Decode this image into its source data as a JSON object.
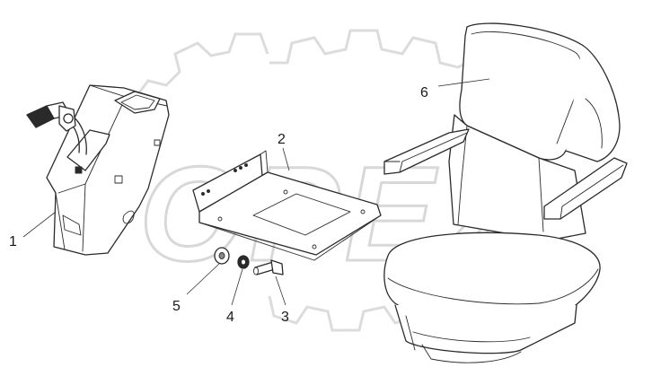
{
  "watermark": {
    "text": "OPEX",
    "color": "#d8d8d8"
  },
  "callouts": [
    {
      "id": "1",
      "label": "1"
    },
    {
      "id": "2",
      "label": "2"
    },
    {
      "id": "3",
      "label": "3"
    },
    {
      "id": "4",
      "label": "4"
    },
    {
      "id": "5",
      "label": "5"
    },
    {
      "id": "6",
      "label": "6"
    }
  ],
  "colors": {
    "line": "#2a2a2a",
    "background": "#ffffff"
  }
}
